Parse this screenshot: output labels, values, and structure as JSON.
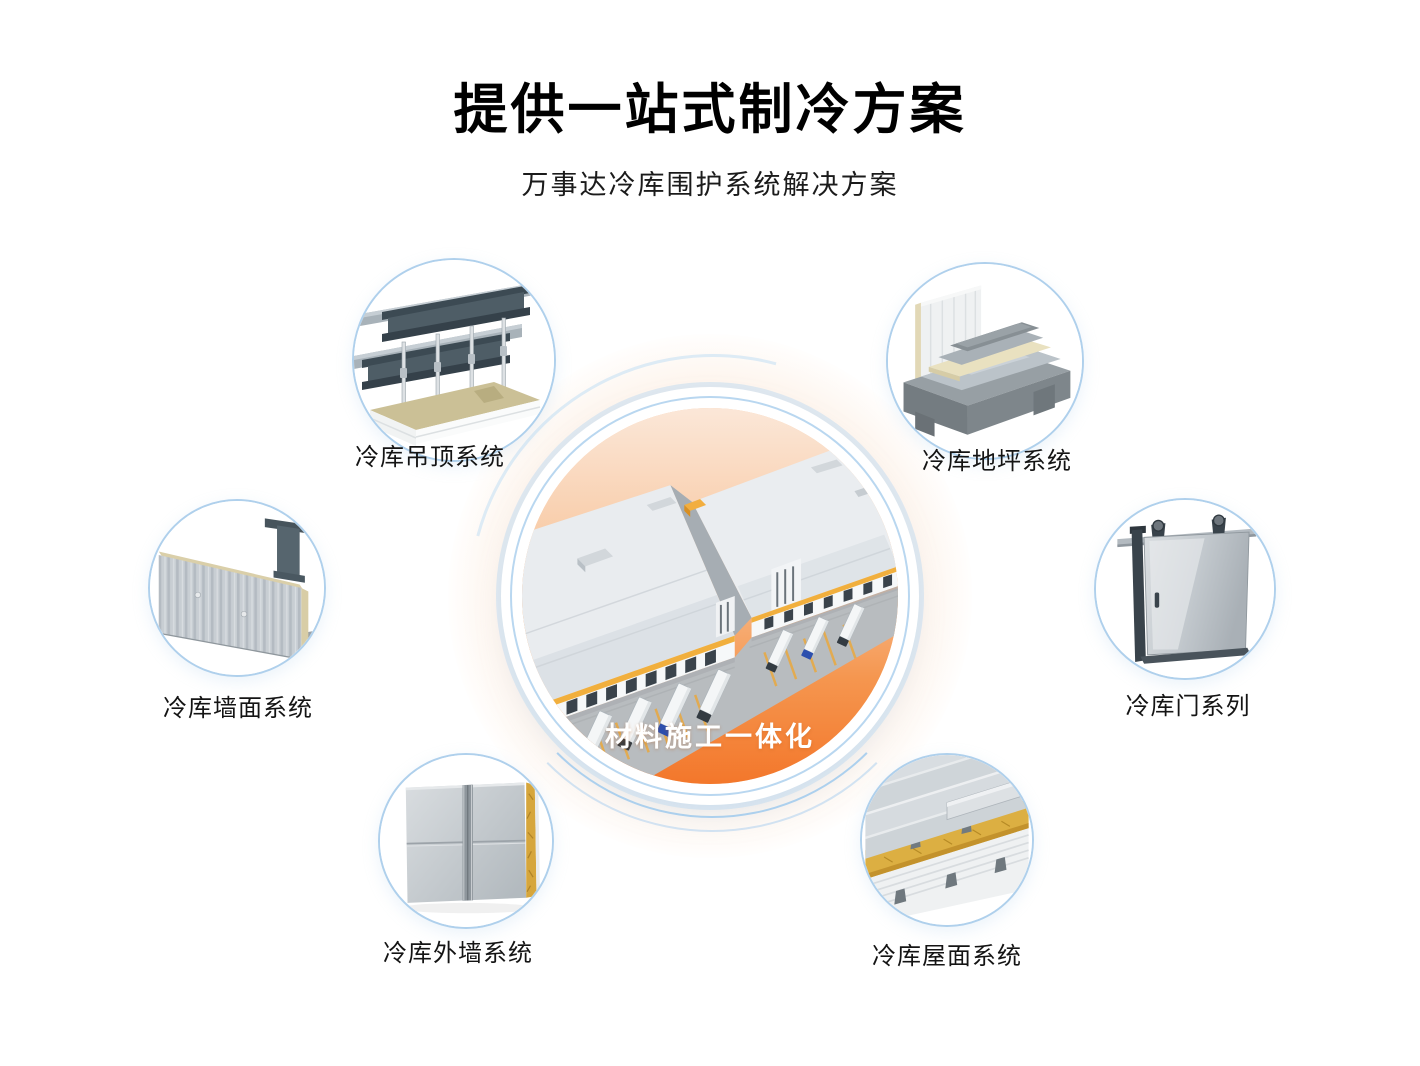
{
  "header": {
    "title": "提供一站式制冷方案",
    "subtitle": "万事达冷库围护系统解决方案"
  },
  "hub": {
    "caption": "材料施工一体化"
  },
  "nodes": [
    {
      "id": "ceiling",
      "label": "冷库吊顶系统"
    },
    {
      "id": "floor",
      "label": "冷库地坪系统"
    },
    {
      "id": "wall",
      "label": "冷库墙面系统"
    },
    {
      "id": "door",
      "label": "冷库门系列"
    },
    {
      "id": "exterior-wall",
      "label": "冷库外墙系统"
    },
    {
      "id": "roof",
      "label": "冷库屋面系统"
    }
  ],
  "colors": {
    "accent_orange": "#F3772B",
    "ring_blue": "#B9D7F0",
    "stripe_yellow": "#F1AF3D",
    "title_text": "#000000",
    "label_text": "#141414"
  }
}
